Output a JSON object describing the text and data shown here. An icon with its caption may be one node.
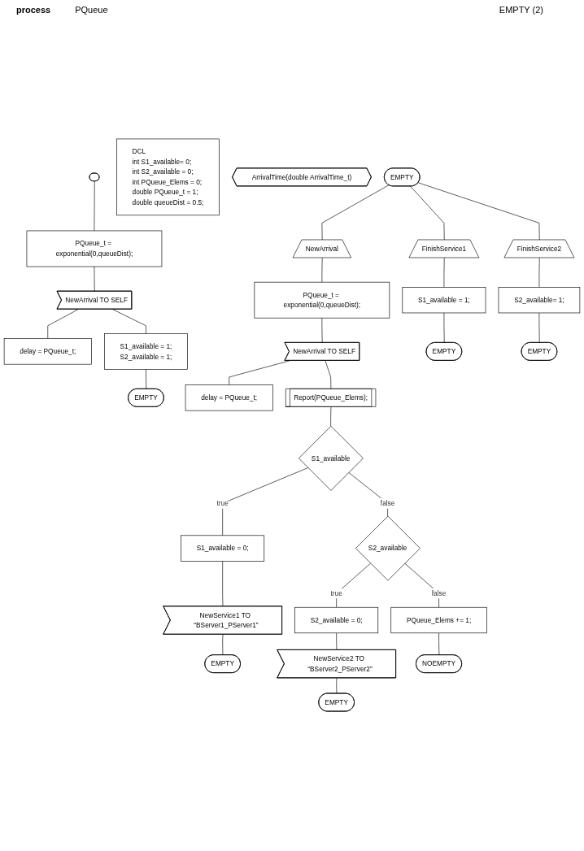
{
  "diagram": {
    "nodes": [
      {
        "text": [],
        "shape": "stadium"
      },
      {
        "text": [
          "PQueue_t = exponential(0,queueDist);"
        ]
      },
      {
        "text": [
          "NewArrival TO SELF"
        ]
      },
      {
        "text": [
          "delay = PQueue_t;"
        ]
      },
      {
        "text": [
          "S1_available = 1;",
          "S2_available = 1;"
        ]
      },
      {
        "text": [
          "EMPTY"
        ]
      },
      {
        "text": [
          "DCL",
          "int S1_available= 0;",
          "int S2_available = 0;",
          "int PQueue_Elems = 0;",
          "double PQueue_t = 1;",
          "double queueDist = 0.5;"
        ]
      },
      {
        "text": [
          "ArrivalTime(double ArrivalTime_t)"
        ]
      },
      {
        "text": [
          "EMPTY"
        ]
      },
      {
        "text": [
          "NewArrival"
        ]
      },
      {
        "text": [
          "FinishService1"
        ]
      },
      {
        "text": [
          "FinishService2"
        ]
      },
      {
        "text": [
          "PQueue_t = exponential(0,queueDist);"
        ]
      },
      {
        "text": [
          "S1_available = 1;"
        ]
      },
      {
        "text": [
          "S2_available= 1;"
        ]
      },
      {
        "text": [
          "NewArrival TO SELF"
        ]
      },
      {
        "text": [
          "EMPTY"
        ]
      },
      {
        "text": [
          "EMPTY"
        ]
      },
      {
        "text": [
          "delay = PQueue_t;"
        ]
      },
      {
        "text": [
          "Report(PQueue_Elems);"
        ]
      },
      {
        "text": [
          "S1_available"
        ]
      },
      {
        "text": [
          "S1_available = 0;"
        ]
      },
      {
        "text": [
          "S2_available"
        ]
      },
      {
        "text": [
          "NewService1 TO “BServer1_PServer1”"
        ]
      },
      {
        "text": [
          "S2_available = 0;"
        ]
      },
      {
        "text": [
          "PQueue_Elems += 1;"
        ]
      },
      {
        "text": [
          "EMPTY"
        ]
      },
      {
        "text": [
          "NewService2 TO “BServer2_PServer2”"
        ]
      },
      {
        "text": [
          "NOEMPTY"
        ]
      },
      {
        "text": [
          "EMPTY"
        ]
      }
    ],
    "edges": [
      {
        "from": 0,
        "to": 1,
        "arrow": "none"
      },
      {
        "from": 1,
        "to": 2,
        "arrow": "none"
      },
      {
        "from": 2,
        "to": 3,
        "arrow": "none"
      },
      {
        "from": 2,
        "to": 4,
        "arrow": "none"
      },
      {
        "from": 4,
        "to": 5,
        "arrow": "none"
      },
      {
        "from": 8,
        "to": 9,
        "arrow": "none"
      },
      {
        "from": 8,
        "to": 10,
        "arrow": "none"
      },
      {
        "from": 8,
        "to": 11,
        "arrow": "none"
      },
      {
        "from": 9,
        "to": 12,
        "arrow": "none"
      },
      {
        "from": 10,
        "to": 13,
        "arrow": "none"
      },
      {
        "from": 11,
        "to": 14,
        "arrow": "none"
      },
      {
        "from": 12,
        "to": 15,
        "arrow": "none"
      },
      {
        "from": 13,
        "to": 16,
        "arrow": "none"
      },
      {
        "from": 14,
        "to": 17,
        "arrow": "none"
      },
      {
        "from": 15,
        "to": 18,
        "arrow": "none"
      },
      {
        "from": 15,
        "to": 19,
        "arrow": "none"
      },
      {
        "from": 19,
        "to": 20,
        "arrow": "none"
      },
      {
        "from": 20,
        "to": 21,
        "label": "true",
        "arrow": "none"
      },
      {
        "from": 20,
        "to": 22,
        "label": "false",
        "arrow": "none"
      },
      {
        "from": 21,
        "to": 23,
        "arrow": "none"
      },
      {
        "from": 23,
        "to": 26,
        "arrow": "none"
      },
      {
        "from": 22,
        "to": 24,
        "label": "true",
        "arrow": "none"
      },
      {
        "from": 22,
        "to": 25,
        "label": "false",
        "arrow": "none"
      },
      {
        "from": 24,
        "to": 27,
        "arrow": "none"
      },
      {
        "from": 27,
        "to": 29,
        "arrow": "none"
      },
      {
        "from": 25,
        "to": 28,
        "arrow": "none"
      }
    ],
    "labels": [
      "process",
      "PQueue",
      "EMPTY (2)"
    ]
  }
}
